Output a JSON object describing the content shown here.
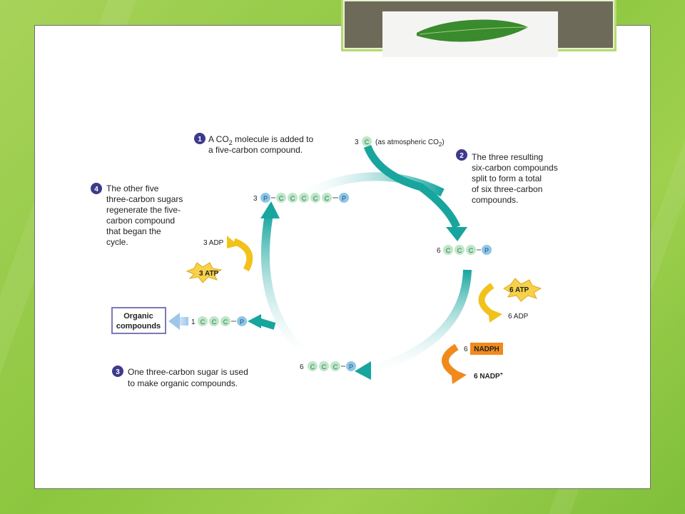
{
  "step1": {
    "number": "1",
    "lines": [
      "A CO",
      "molecule is added to",
      "a five-carbon compound."
    ],
    "sub": "2"
  },
  "step2": {
    "number": "2",
    "lines": [
      "The three resulting",
      "six-carbon compounds",
      "split to form a total",
      "of six three-carbon",
      "compounds."
    ]
  },
  "step3": {
    "number": "3",
    "lines": [
      "One three-carbon sugar is used",
      "to make organic compounds."
    ]
  },
  "step4": {
    "number": "4",
    "lines": [
      "The other five",
      "three-carbon sugars",
      "regenerate the five-",
      "carbon compound",
      "that began the",
      "cycle."
    ]
  },
  "co2_input": {
    "count": "3",
    "carbon": "C",
    "note": "(as atmospheric CO",
    "sub": "2",
    "close": ")"
  },
  "five_carbon": {
    "count": "3",
    "p": "P",
    "c": "C"
  },
  "six_right": {
    "count": "6"
  },
  "six_bottom": {
    "count": "6"
  },
  "one_left": {
    "count": "1"
  },
  "organic_box": {
    "lines": [
      "Organic",
      "compounds"
    ]
  },
  "atp_left": {
    "adp": "3 ADP",
    "atp": "3 ATP"
  },
  "atp_right": {
    "atp": "6 ATP",
    "adp": "6 ADP"
  },
  "nadph": {
    "count": "6",
    "label": "NADPH",
    "product": "6 NADP",
    "sup": "+"
  },
  "colors": {
    "teal": "#17a59e",
    "carbon": "#bfe6c9",
    "phosphate": "#8fc6e8",
    "yellow": "#f2c21b",
    "orange": "#f08a1c",
    "step_badge": "#3d3a8c",
    "slide_bg": "#8cc63f"
  }
}
